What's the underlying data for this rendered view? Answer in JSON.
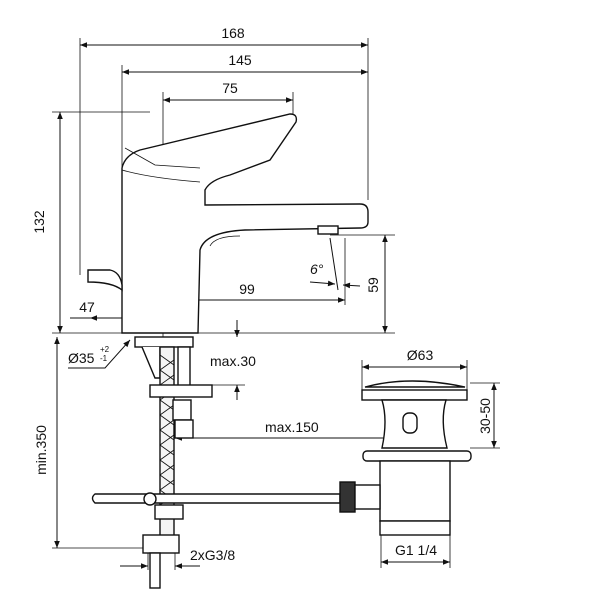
{
  "dimensions": {
    "overall_length": "168",
    "spout_reach": "145",
    "lever_length": "75",
    "total_height": "132",
    "spout_angle": "6°",
    "spout_height": "59",
    "spout_center": "99",
    "body_width": "47",
    "hole_diameter": "Ø35",
    "hole_tol_plus": "+2",
    "hole_tol_minus": "-1",
    "max_deck": "max.30",
    "max_rod": "max.150",
    "min_hose": "min.350",
    "connection": "2xG3/8",
    "waste_diameter": "Ø63",
    "waste_range": "30-50",
    "waste_thread": "G1 1/4"
  }
}
